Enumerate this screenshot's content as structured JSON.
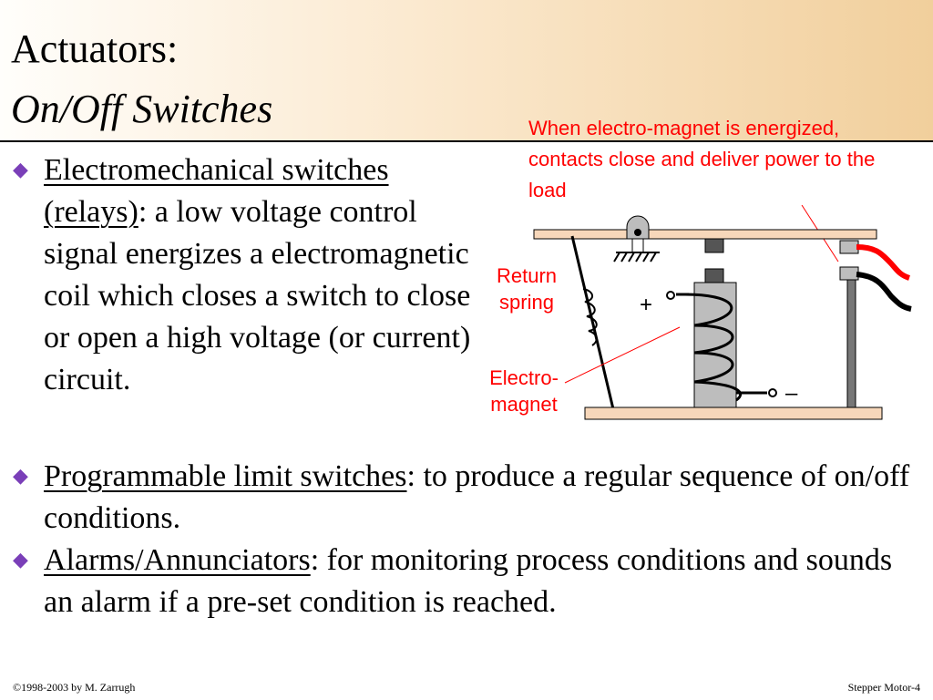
{
  "slide": {
    "title_line1": "Actuators:",
    "title_line2": "On/Off Switches",
    "callout": "When electro-magnet is energized, contacts close and deliver power to the load"
  },
  "diagram": {
    "return_spring_label_1": "Return",
    "return_spring_label_2": "spring",
    "electromagnet_label_1": "Electro-",
    "electromagnet_label_2": "magnet",
    "plus_sign": "+",
    "minus_sign": "–",
    "colors": {
      "wire_red": "#ff0000",
      "wire_black": "#000000",
      "plate": "#f7d7ba",
      "core": "#bdbdbd"
    }
  },
  "bullets": [
    {
      "term": "Electromechanical switches (relays)",
      "text": ": a low voltage control signal energizes a electromagnetic coil which closes a switch to close or open a high voltage (or current) circuit."
    },
    {
      "term": "Programmable limit switches",
      "text": ": to produce a regular sequence of on/off conditions."
    },
    {
      "term": "Alarms/Annunciators",
      "text": ": for monitoring process conditions and sounds an alarm if a pre-set condition is reached."
    }
  ],
  "bullet_icon": "diamond-bullet-icon",
  "footer": {
    "left": "©1998-2003 by M. Zarrugh",
    "right": "Stepper Motor-4"
  }
}
